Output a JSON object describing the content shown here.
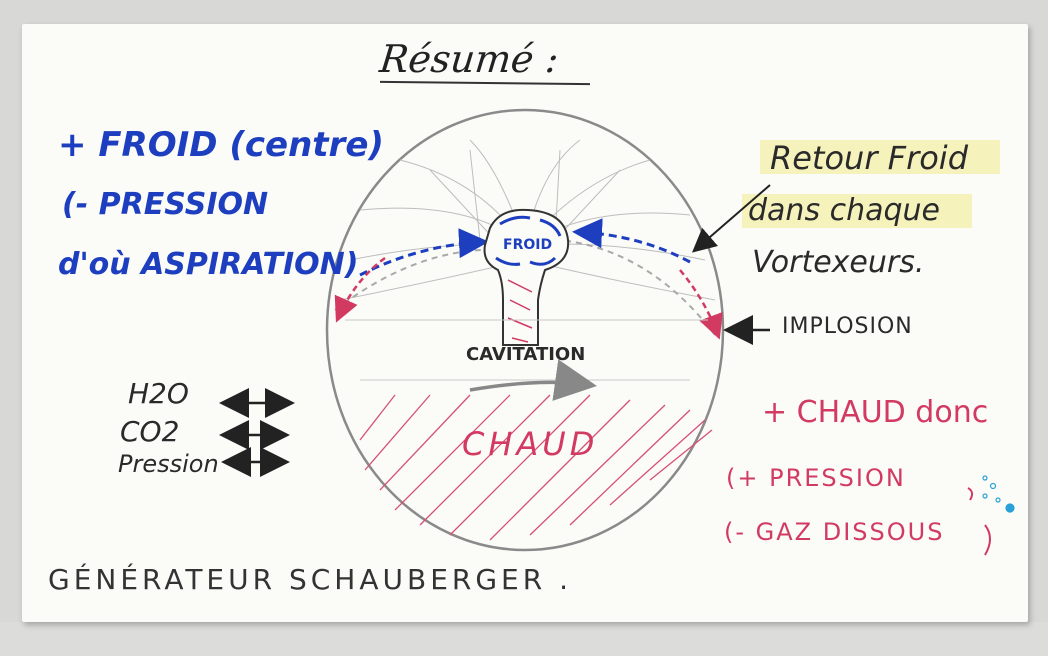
{
  "title": "Résumé :",
  "left_notes": {
    "line1": "+ FROID (centre)",
    "line2": "(- PRESSION",
    "line3": "d'où ASPIRATION)"
  },
  "right_notes": {
    "line1": "Retour Froid",
    "line2": "dans chaque",
    "line3": "Vortexeurs."
  },
  "diagram": {
    "center_label": "FROID",
    "cavitation_label": "CAVITATION",
    "chaud_label": "CHAUD",
    "implosion_label": "IMPLOSION"
  },
  "exchange": {
    "items": [
      "H2O",
      "CO2",
      "Pression"
    ]
  },
  "bottom_right_notes": {
    "line1": "+ CHAUD donc",
    "line2": "(+ PRESSION",
    "line3": "(- GAZ DISSOUS"
  },
  "footer": "GÉNÉRATEUR SCHAUBERGER ."
}
